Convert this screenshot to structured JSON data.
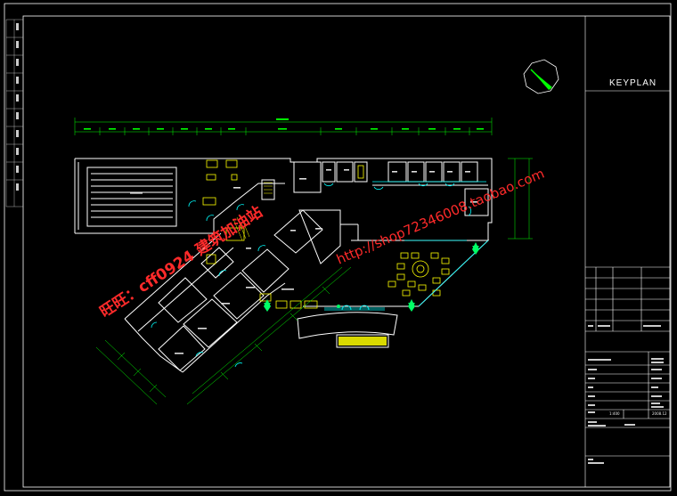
{
  "keyplan": {
    "title": "KEYPLAN"
  },
  "watermark": {
    "left_text": "旺旺：cff0924  建筑加油站",
    "right_text": "http://shop72346008.taobao.com"
  },
  "title_block": {
    "scale_value": "1:400",
    "date_value": "2008.12"
  },
  "colors": {
    "background": "#000000",
    "frame": "#ffffff",
    "walls": "#ffffff",
    "dimension": "#00ff00",
    "furniture": "#ffff00",
    "doors": "#00ffff",
    "watermark": "#ff2a2a"
  }
}
